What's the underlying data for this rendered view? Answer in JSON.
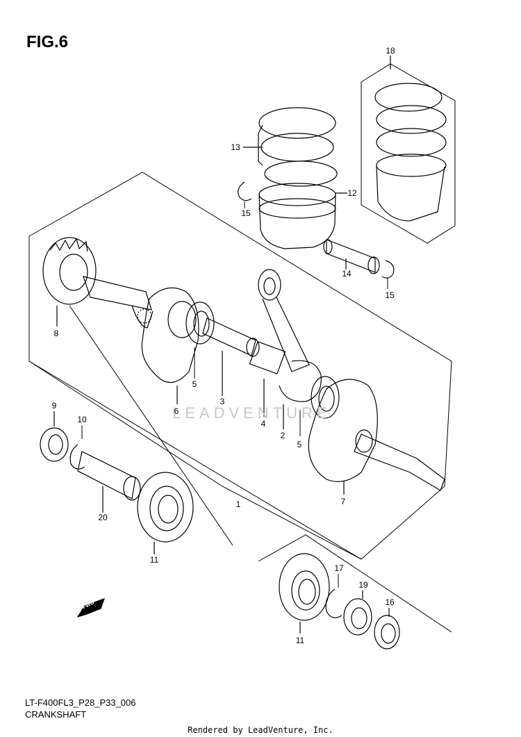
{
  "figure": {
    "title": "FIG.6"
  },
  "callouts": [
    {
      "id": "1",
      "label": "1"
    },
    {
      "id": "2",
      "label": "2"
    },
    {
      "id": "3",
      "label": "3"
    },
    {
      "id": "4",
      "label": "4"
    },
    {
      "id": "5a",
      "label": "5"
    },
    {
      "id": "5b",
      "label": "5"
    },
    {
      "id": "6",
      "label": "6"
    },
    {
      "id": "7",
      "label": "7"
    },
    {
      "id": "8",
      "label": "8"
    },
    {
      "id": "9",
      "label": "9"
    },
    {
      "id": "10",
      "label": "10"
    },
    {
      "id": "11a",
      "label": "11"
    },
    {
      "id": "11b",
      "label": "11"
    },
    {
      "id": "12",
      "label": "12"
    },
    {
      "id": "13",
      "label": "13"
    },
    {
      "id": "14",
      "label": "14"
    },
    {
      "id": "15a",
      "label": "15"
    },
    {
      "id": "15b",
      "label": "15"
    },
    {
      "id": "16",
      "label": "16"
    },
    {
      "id": "17",
      "label": "17"
    },
    {
      "id": "18",
      "label": "18"
    },
    {
      "id": "19",
      "label": "19"
    },
    {
      "id": "20",
      "label": "20"
    }
  ],
  "watermark": "LEADVENTURE",
  "fwd_label": "FWD",
  "footer": {
    "code": "LT-F400FL3_P28_P33_006",
    "name": "CRANKSHAFT"
  },
  "rendered_by": "Rendered by LeadVenture, Inc."
}
